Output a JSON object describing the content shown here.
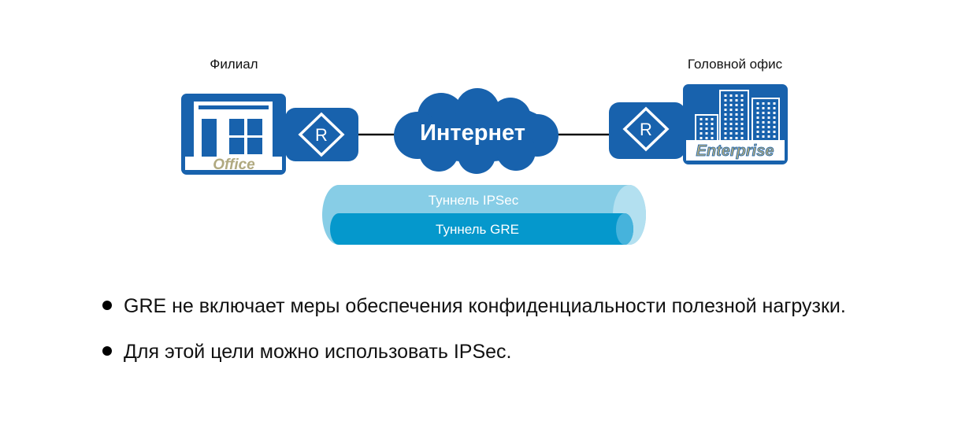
{
  "diagram": {
    "branch_label": "Филиал",
    "hq_label": "Головной офис",
    "internet_label": "Интернет",
    "office_caption": "Office",
    "enterprise_caption": "Enterprise",
    "router_symbol": "R",
    "ipsec_tunnel_label": "Туннель IPSec",
    "gre_tunnel_label": "Туннель GRE",
    "icons": {
      "office": "office-building-icon",
      "router": "router-icon",
      "internet": "cloud-icon",
      "enterprise": "enterprise-building-icon"
    },
    "colors": {
      "device_blue": "#1862ad",
      "ipsec_tunnel": "#87cde6",
      "gre_tunnel": "#0598cc",
      "caption_text": "#b0a980",
      "link_line": "#111111"
    }
  },
  "bullets": [
    "GRE не включает меры обеспечения конфиденциальности полезной нагрузки.",
    "Для этой цели можно использовать IPSec."
  ]
}
